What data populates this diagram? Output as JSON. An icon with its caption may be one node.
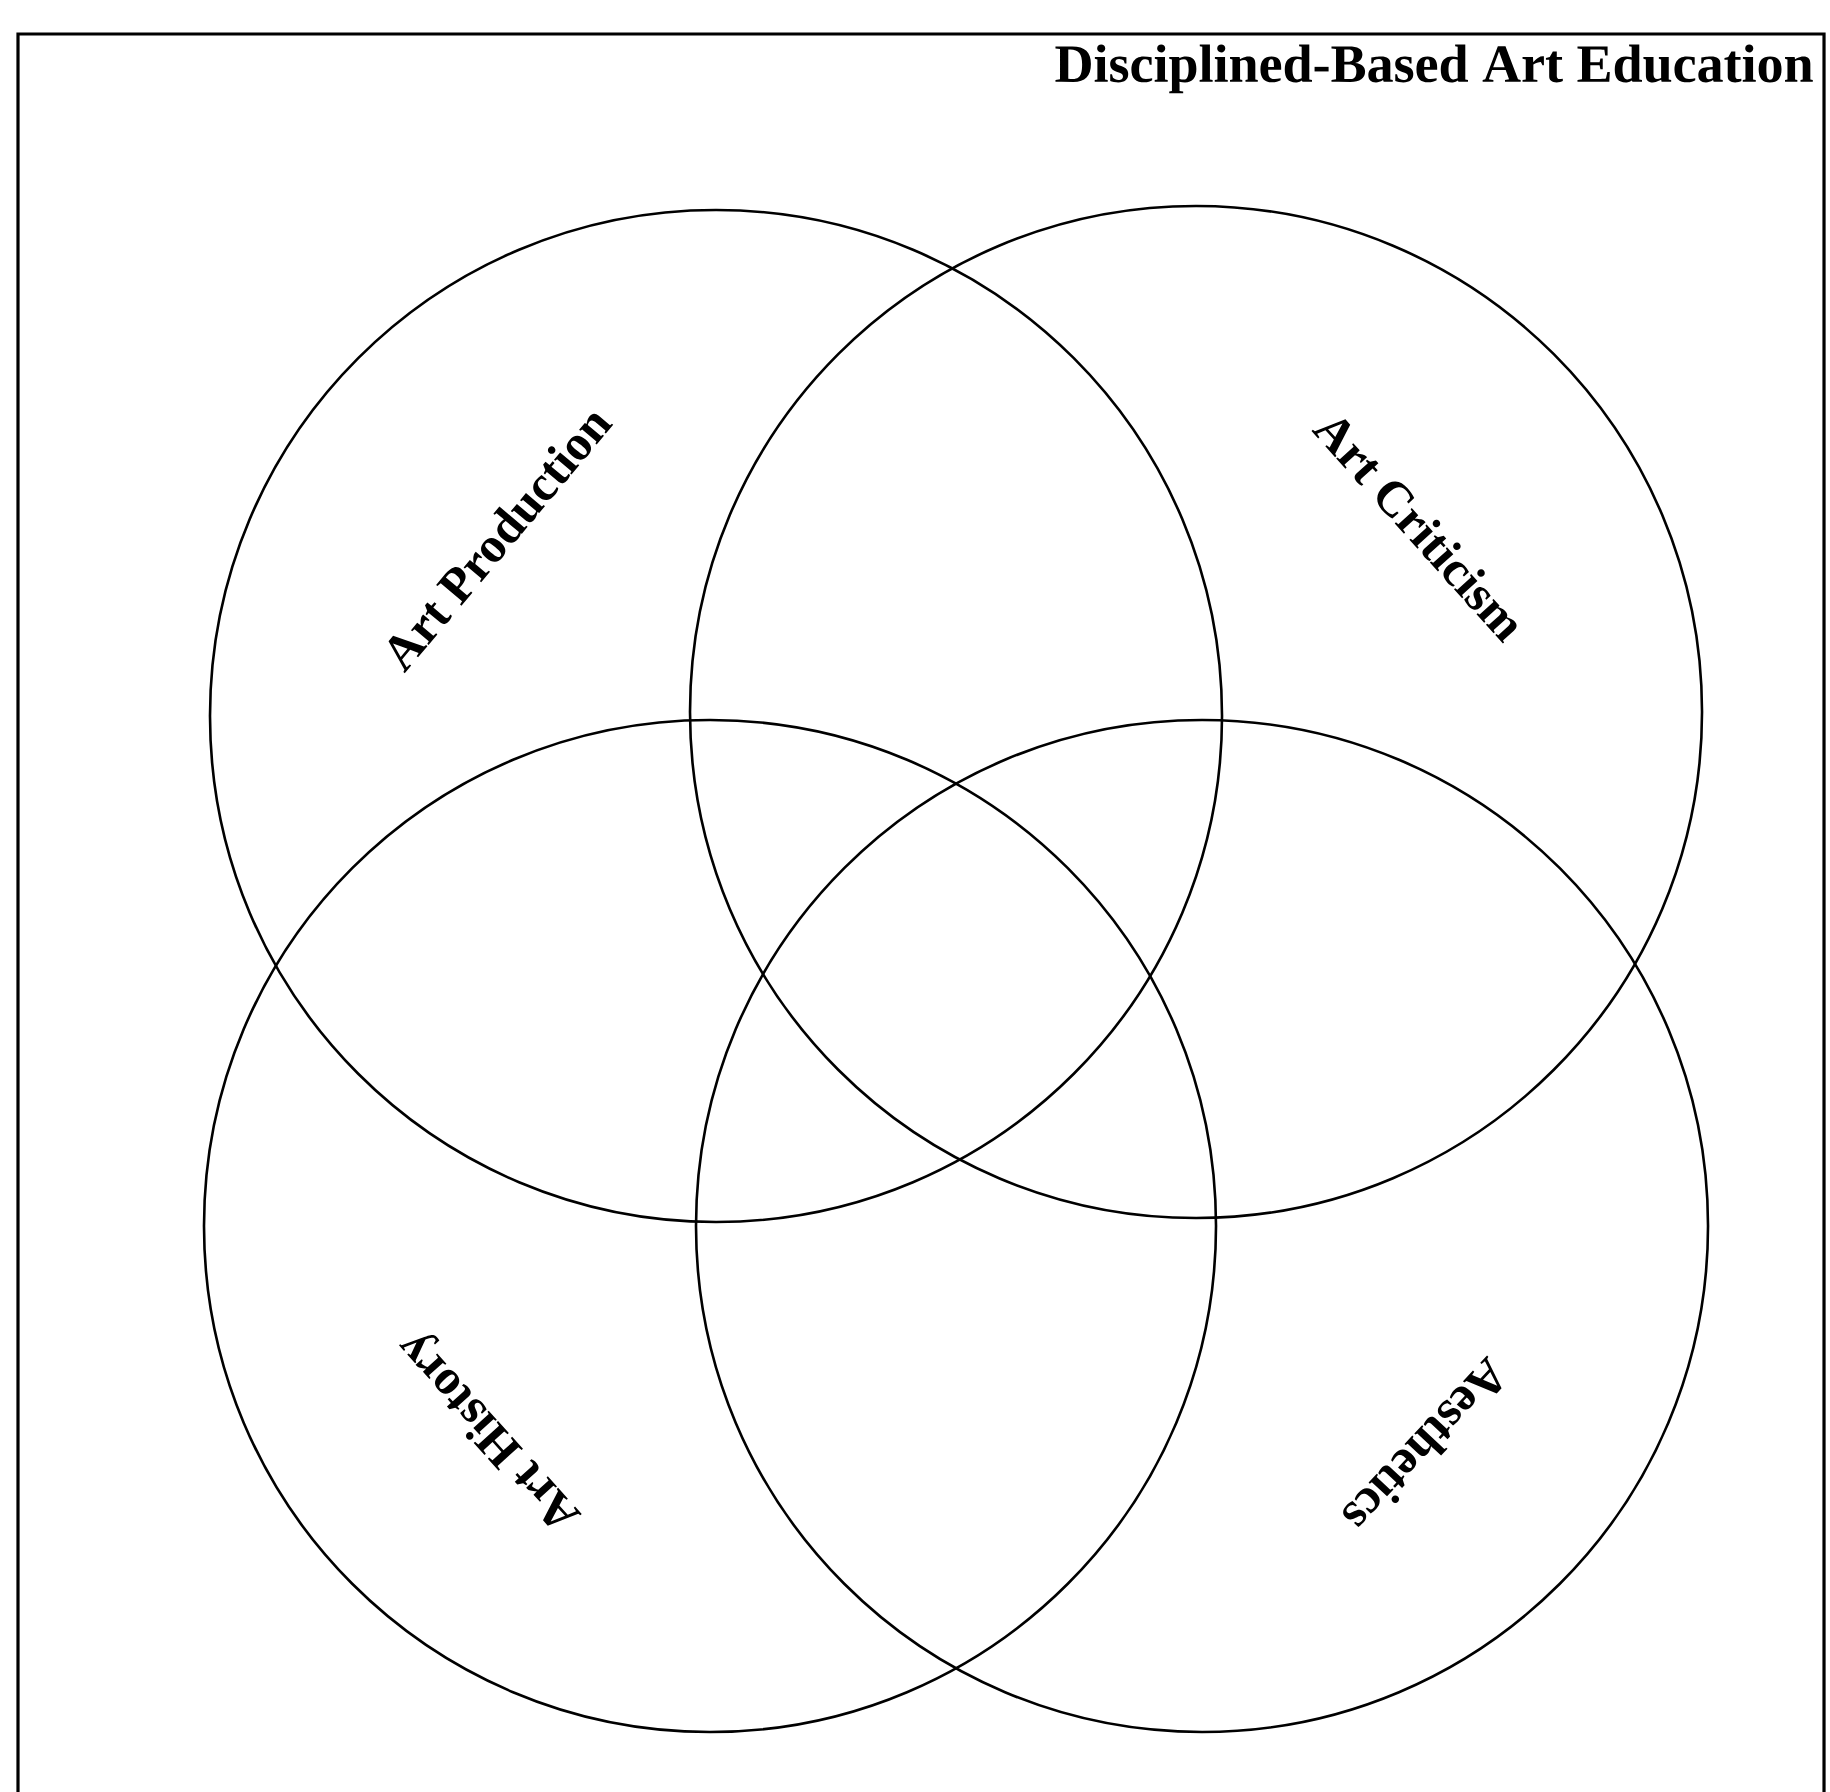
{
  "diagram": {
    "title": "Disciplined-Based Art Education",
    "nodes": [
      {
        "text": [
          "Art Production"
        ]
      },
      {
        "text": [
          "Art Criticism"
        ]
      },
      {
        "text": [
          "Art History"
        ]
      },
      {
        "text": [
          "Aesthetics"
        ]
      }
    ],
    "edges": []
  }
}
